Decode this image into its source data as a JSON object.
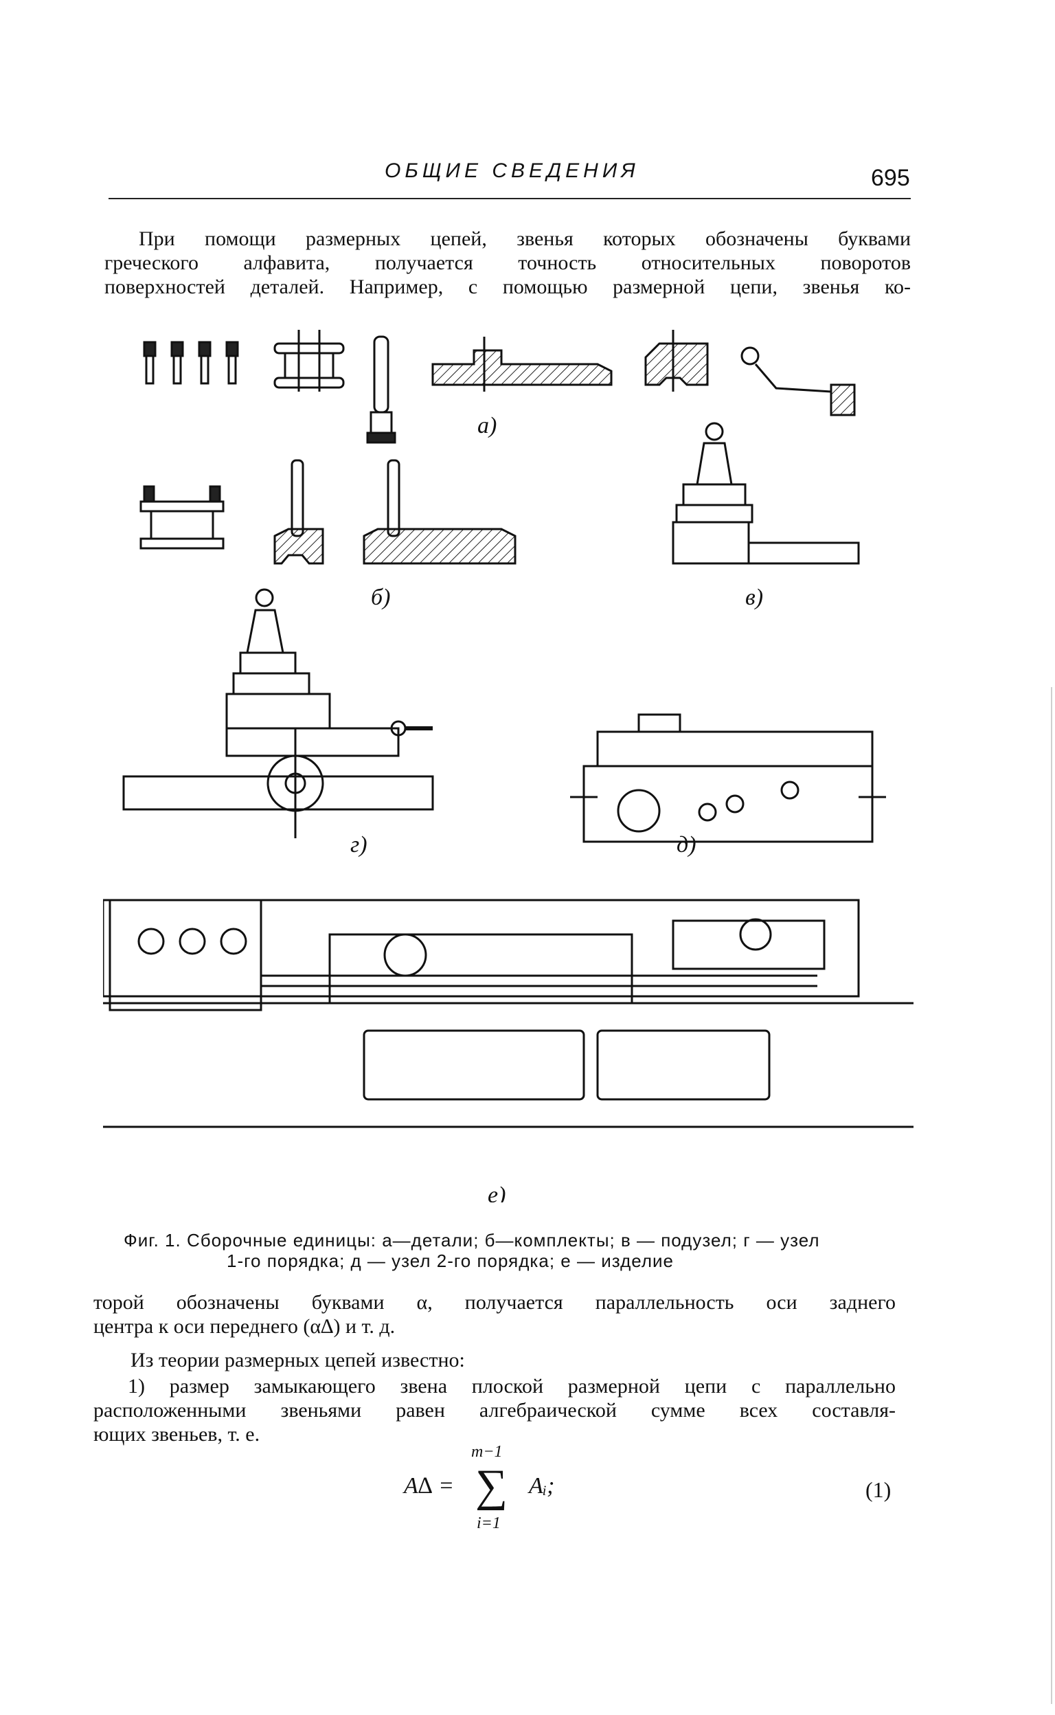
{
  "header": {
    "title": "ОБЩИЕ СВЕДЕНИЯ",
    "page_number": "695"
  },
  "intro_paragraph": {
    "lines": [
      "При помощи размерных цепей, звенья которых обозначены буквами",
      "греческого алфавита, получается точность относительных поворотов",
      "поверхностей деталей. Например, с помощью размерной цепи, звенья ко-"
    ]
  },
  "figure": {
    "labels": [
      "а)",
      "б)",
      "в)",
      "г)",
      "д)",
      "е)"
    ],
    "caption_lines": [
      "Фиг. 1. Сборочные единицы: а—детали; б—комплекты; в — подузел; г — узел",
      "1-го порядка; д — узел 2-го порядка; е — изделие"
    ]
  },
  "continuation_paragraph": {
    "lines": [
      "торой обозначены буквами α, получается параллельность оси заднего",
      "центра к оси переднего (α∆) и т. д."
    ]
  },
  "theory_line": "Из теории размерных цепей известно:",
  "rule_paragraph": {
    "lines": [
      "1) размер замыкающего звена плоской размерной цепи с параллельно",
      "расположенными звеньями равен алгебраической сумме всех составля-",
      "ющих звеньев, т. е."
    ]
  },
  "formula": {
    "lhs": "A∆ =",
    "upper_limit": "m−1",
    "sigma": "∑",
    "rhs": "Aᵢ;",
    "lower_limit": "i=1",
    "number": "(1)"
  }
}
